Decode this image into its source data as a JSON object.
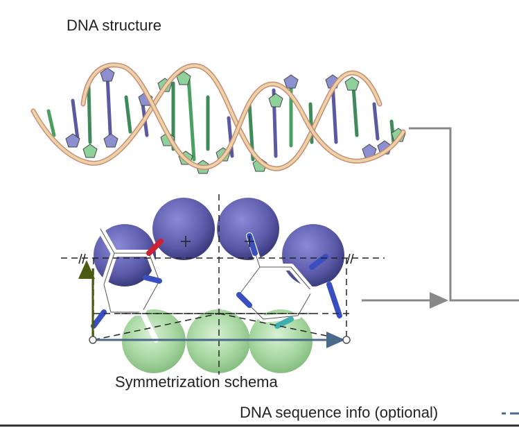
{
  "labels": {
    "dna_structure": "DNA structure",
    "symmetrization_schema": "Symmetrization schema",
    "sequence_info": "DNA sequence info (optional)"
  },
  "colors": {
    "backbone": "#e8c99a",
    "backbone_shade": "#c98a7a",
    "base_green": "#8fd19a",
    "base_purple": "#8c8fd0",
    "sphere_purple": "#5f5fb0",
    "sphere_green": "#a8d8a4",
    "nitrogen": "#3a4fbf",
    "oxygen": "#cc2233",
    "axis_green": "#4a5a10",
    "axis_blue": "#4a6a8a",
    "connector": "#888888",
    "dashed": "#222222"
  },
  "icons": [
    "dna-helix-illustration",
    "molecular-symmetry-diagram",
    "arrow-right-icon"
  ]
}
